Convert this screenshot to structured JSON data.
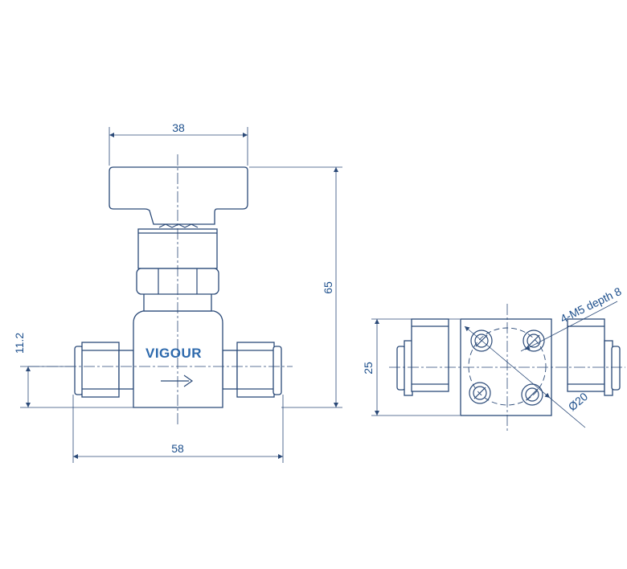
{
  "drawing": {
    "brand": "VIGOUR",
    "dimensions": {
      "handle_width": "38",
      "total_height": "65",
      "port_height": "11.2",
      "overall_length": "58",
      "body_width": "25",
      "mounting_holes": "4-M5 depth 8",
      "hole_circle_diameter": "Ø20"
    }
  },
  "colors": {
    "line": "#2b4a78",
    "text": "#1d4f8c",
    "brand": "#2e6aad"
  }
}
